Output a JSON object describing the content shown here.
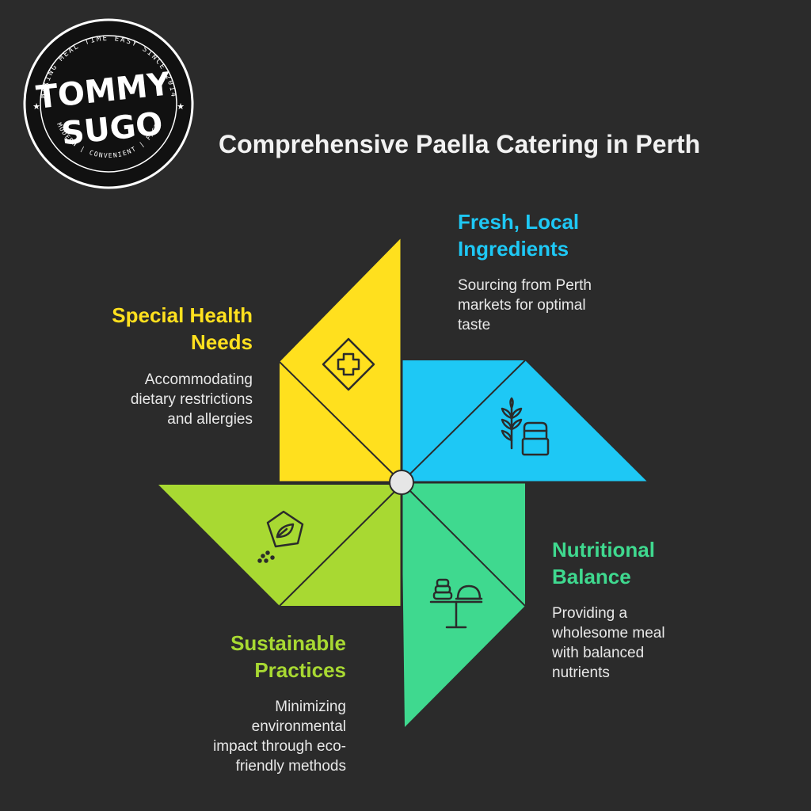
{
  "logo": {
    "name": "TOMMY SUGO",
    "name_line1": "TOMMY",
    "name_line2": "SUGO",
    "tagline_top": "MAKING MEAL TIME EASY SINCE 2014",
    "tagline_bottom": "MODERN | CONVENIENT | FAST"
  },
  "title": "Comprehensive Paella Catering in Perth",
  "colors": {
    "background": "#2b2b2b",
    "fresh": "#1ec8f5",
    "health": "#ffe01e",
    "nutrition": "#3fd98f",
    "sustainable": "#a8d932"
  },
  "segments": {
    "fresh": {
      "heading_lines": [
        "Fresh, Local",
        "Ingredients"
      ],
      "description_lines": [
        "Sourcing from Perth",
        "markets for optimal",
        "taste"
      ],
      "icon": "wheat-market-icon"
    },
    "health": {
      "heading_lines": [
        "Special Health",
        "Needs"
      ],
      "description_lines": [
        "Accommodating",
        "dietary restrictions",
        "and allergies"
      ],
      "icon": "medical-cross-icon"
    },
    "nutrition": {
      "heading_lines": [
        "Nutritional",
        "Balance"
      ],
      "description_lines": [
        "Providing a",
        "wholesome meal",
        "with balanced",
        "nutrients"
      ],
      "icon": "food-stand-icon"
    },
    "sustainable": {
      "heading_lines": [
        "Sustainable",
        "Practices"
      ],
      "description_lines": [
        "Minimizing",
        "environmental",
        "impact through eco-",
        "friendly methods"
      ],
      "icon": "eco-leaf-icon"
    }
  }
}
